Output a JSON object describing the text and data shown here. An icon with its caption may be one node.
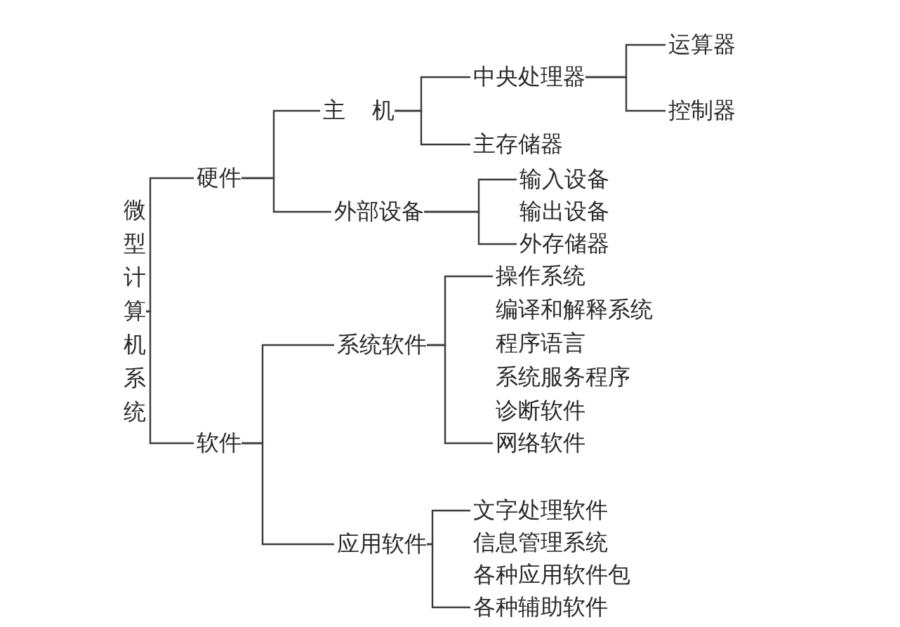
{
  "diagram": {
    "nodes": [
      {
        "text": [
          "微型计算机系统"
        ]
      },
      {
        "text": [
          "硬件"
        ]
      },
      {
        "text": [
          "主 机"
        ]
      },
      {
        "text": [
          "中央处理器"
        ]
      },
      {
        "text": [
          "运算器"
        ]
      },
      {
        "text": [
          "控制器"
        ]
      },
      {
        "text": [
          "主存储器"
        ]
      },
      {
        "text": [
          "外部设备"
        ]
      },
      {
        "text": [
          "输入设备"
        ]
      },
      {
        "text": [
          "输出设备"
        ]
      },
      {
        "text": [
          "外存储器"
        ]
      },
      {
        "text": [
          "软件"
        ]
      },
      {
        "text": [
          "系统软件"
        ]
      },
      {
        "text": [
          "操作系统"
        ]
      },
      {
        "text": [
          "编译和解释系统"
        ]
      },
      {
        "text": [
          "程序语言"
        ]
      },
      {
        "text": [
          "系统服务程序"
        ]
      },
      {
        "text": [
          "诊断软件"
        ]
      },
      {
        "text": [
          "网络软件"
        ]
      },
      {
        "text": [
          "应用软件"
        ]
      },
      {
        "text": [
          "文字处理软件"
        ]
      },
      {
        "text": [
          "信息管理系统"
        ]
      },
      {
        "text": [
          "各种应用软件包"
        ]
      },
      {
        "text": [
          "各种辅助软件"
        ]
      }
    ],
    "edges": [
      {
        "from": 0,
        "to": 1,
        "arrow": "none"
      },
      {
        "from": 0,
        "to": 11,
        "arrow": "none"
      },
      {
        "from": 1,
        "to": 2,
        "arrow": "none"
      },
      {
        "from": 1,
        "to": 7,
        "arrow": "none"
      },
      {
        "from": 2,
        "to": 3,
        "arrow": "none"
      },
      {
        "from": 2,
        "to": 6,
        "arrow": "none"
      },
      {
        "from": 3,
        "to": 4,
        "arrow": "none"
      },
      {
        "from": 3,
        "to": 5,
        "arrow": "none"
      },
      {
        "from": 7,
        "to": 8,
        "arrow": "none"
      },
      {
        "from": 7,
        "to": 10,
        "arrow": "none"
      },
      {
        "from": 11,
        "to": 12,
        "arrow": "none"
      },
      {
        "from": 11,
        "to": 19,
        "arrow": "none"
      },
      {
        "from": 12,
        "to": 13,
        "arrow": "none"
      },
      {
        "from": 12,
        "to": 18,
        "arrow": "none"
      },
      {
        "from": 19,
        "to": 20,
        "arrow": "none"
      },
      {
        "from": 19,
        "to": 23,
        "arrow": "none"
      }
    ]
  }
}
